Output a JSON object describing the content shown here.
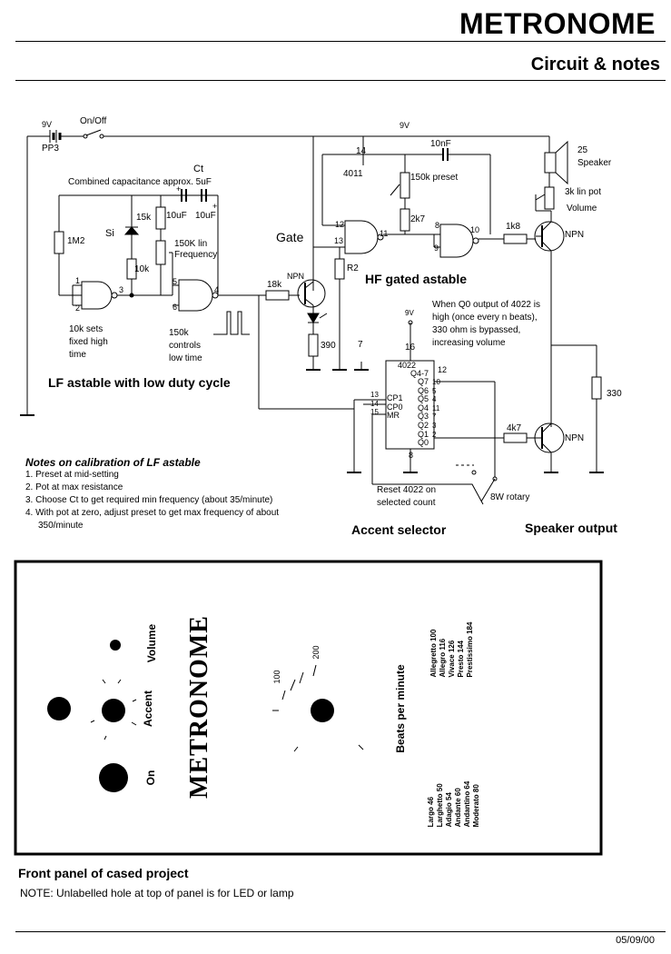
{
  "header": {
    "title": "METRONOME",
    "subtitle": "Circuit & notes"
  },
  "circuit": {
    "labels": {
      "battery_v": "9V",
      "battery": "PP3",
      "switch": "On/Off",
      "rail": "9V",
      "pin14": "14",
      "ic_4011": "4011",
      "cap_10nf": "10nF",
      "preset_150k": "150k preset",
      "r_2k7": "2k7",
      "pin12": "12",
      "pin13": "13",
      "pin11": "11",
      "pin8": "8",
      "pin9": "9",
      "pin10": "10",
      "r_1k8": "1k8",
      "npn_top": "NPN",
      "speaker_25": "25",
      "speaker": "Speaker",
      "pot_3k": "3k lin pot",
      "volume": "Volume",
      "ct": "Ct",
      "combined_cap": "Combined capacitance approx.  5uF",
      "r_15k": "15k",
      "cap1": "10uF",
      "cap2": "10uF",
      "plus1": "+",
      "plus2": "+",
      "r_1m2": "1M2",
      "si": "Si",
      "pot_150k": "150K lin",
      "frequency": "Frequency",
      "r_10k": "10k",
      "gate": "Gate",
      "r2": "R2",
      "hf_title": "HF gated astable",
      "pin1": "1",
      "pin2": "2",
      "pin3": "3",
      "pin5": "5",
      "pin6": "6",
      "pin4": "4",
      "r_18k": "18k",
      "npn_mid": "NPN",
      "r_390": "390",
      "pin7": "7",
      "note_10k_1": "10k sets",
      "note_10k_2": "fixed high",
      "note_10k_3": "time",
      "note_150k_1": "150k",
      "note_150k_2": "controls",
      "note_150k_3": "low time",
      "lf_title": "LF astable with low duty cycle",
      "q0_note_1": "When Q0 output of 4022 is",
      "q0_note_2": "high (once every n beats),",
      "q0_note_3": "330 ohm is bypassed,",
      "q0_note_4": "increasing volume",
      "v9_small": "9V",
      "pin16": "16",
      "ic_4022": "4022",
      "q4_7": "Q4-7",
      "p12": "12",
      "q7": "Q7",
      "q6": "Q6",
      "q5": "Q5",
      "q4": "Q4",
      "q3": "Q3",
      "q2": "Q2",
      "q1": "Q1",
      "q0": "Q0",
      "p10": "10",
      "p5": "5",
      "p4": "4",
      "p11": "11",
      "p7": "7",
      "p3": "3",
      "p2": "2",
      "cp1": "CP1",
      "cp0": "CP0",
      "mr": "MR",
      "p13": "13",
      "p14": "14",
      "p15": "15",
      "p8": "8",
      "r_330": "330",
      "r_4k7": "4k7",
      "npn_bot": "NPN",
      "reset_1": "Reset 4022 on",
      "reset_2": "selected count",
      "rotary": "8W rotary",
      "accent_title": "Accent selector",
      "speaker_title": "Speaker output"
    }
  },
  "calibration": {
    "heading": "Notes on calibration of LF astable",
    "steps": [
      "1. Preset at mid-setting",
      "2. Pot at max resistance",
      "3. Choose Ct to get required min frequency (about 35/minute)",
      "4. With pot at zero, adjust preset to get max frequency of about",
      "350/minute"
    ]
  },
  "panel": {
    "brand": "METRONOME",
    "volume": "Volume",
    "accent": "Accent",
    "on": "On",
    "bpm": "Beats per minute",
    "dial_100": "100",
    "dial_200": "200",
    "tempo_fast": [
      {
        "name": "Allegretto",
        "bpm": "100"
      },
      {
        "name": "Allegro",
        "bpm": "116"
      },
      {
        "name": "Vivace",
        "bpm": "126"
      },
      {
        "name": "Presto",
        "bpm": "144"
      },
      {
        "name": "Prestissimo",
        "bpm": "184"
      }
    ],
    "tempo_slow": [
      {
        "name": "Largo",
        "bpm": "46"
      },
      {
        "name": "Larghetto",
        "bpm": "50"
      },
      {
        "name": "Adagio",
        "bpm": "54"
      },
      {
        "name": "Andante",
        "bpm": "60"
      },
      {
        "name": "Andantino",
        "bpm": "64"
      },
      {
        "name": "Moderato",
        "bpm": "80"
      }
    ]
  },
  "footer": {
    "caption": "Front panel of cased project",
    "note": "NOTE: Unlabelled hole at top of panel is for LED or lamp",
    "date": "05/09/00"
  }
}
